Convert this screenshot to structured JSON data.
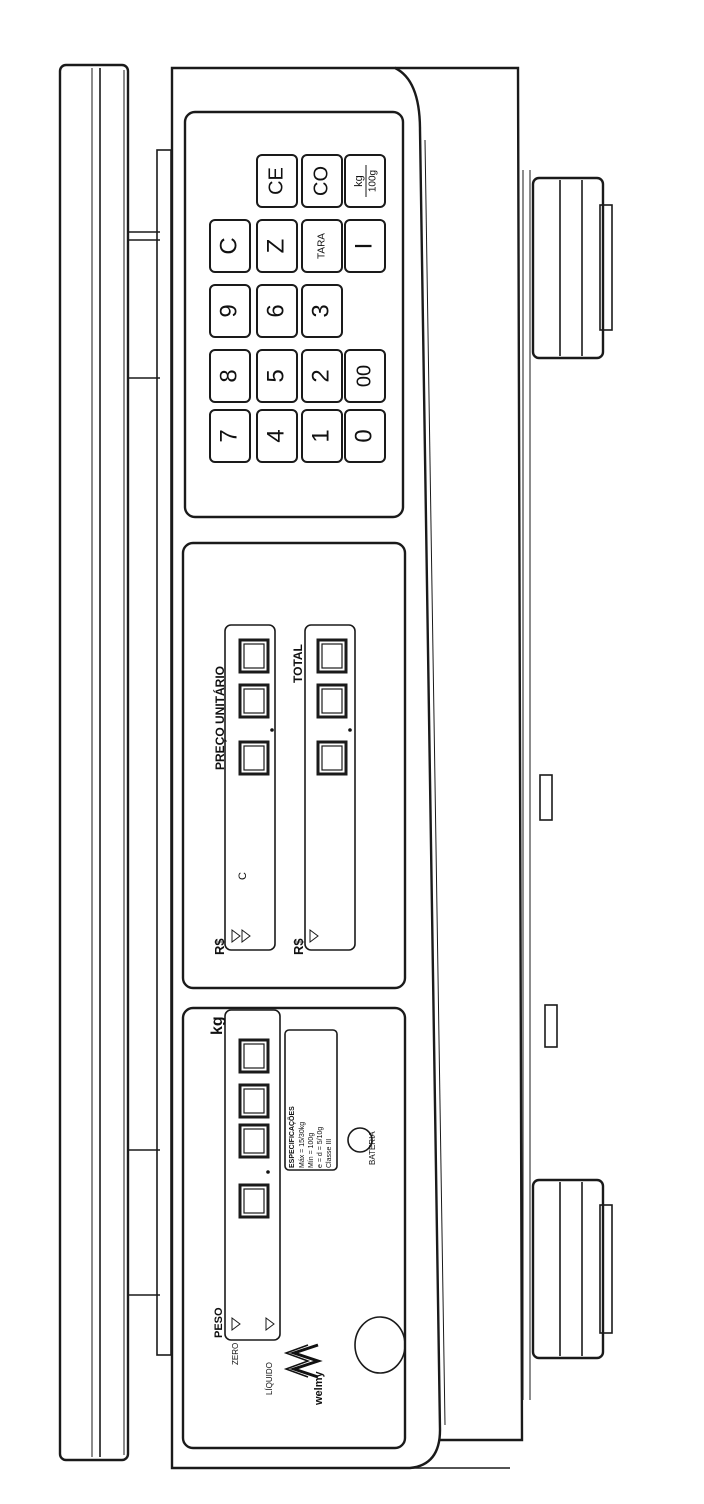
{
  "keypad": {
    "keys": [
      "7",
      "8",
      "9",
      "C",
      "4",
      "5",
      "6",
      "Z",
      "CE",
      "1",
      "2",
      "3",
      "TARA",
      "CO",
      "0",
      "00",
      "I",
      "kg",
      "100g"
    ]
  },
  "price_panel": {
    "unit_price_label": "PREÇO UNITÁRIO",
    "unit_currency": "R$",
    "c_mark": "C",
    "total_label": "TOTAL",
    "total_currency": "R$"
  },
  "weight_panel": {
    "unit_label": "kg",
    "peso_label": "PESO",
    "zero_label": "ZERO",
    "liquido_label": "LÍQUIDO",
    "spec_lines": [
      "ESPECIFICAÇÕES",
      "Máx = 15/30kg",
      "Mín = 100g",
      "e = d = 5/10g",
      "Classe III"
    ]
  },
  "brand": {
    "name": "welmy"
  },
  "battery_label": "BATERIA"
}
